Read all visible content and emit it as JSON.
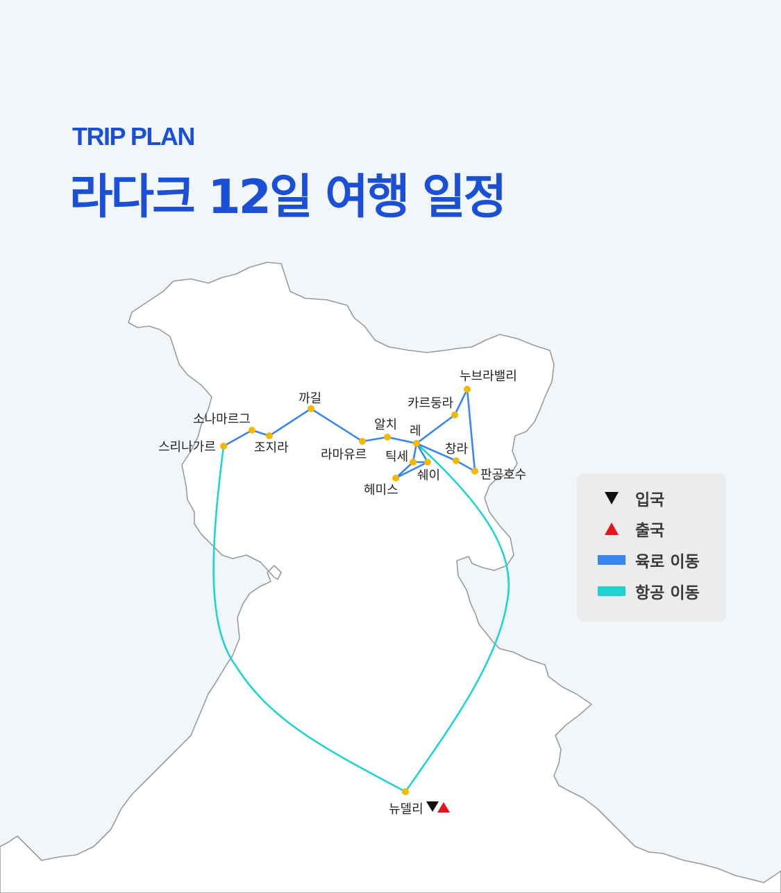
{
  "header": {
    "eyebrow": "TRIP PLAN",
    "title": "라다크 12일 여행 일정"
  },
  "colors": {
    "accent": "#1a4fd6",
    "land_route": "#3a86f0",
    "air_route": "#1fd3d3",
    "place_dot": "#f5b800",
    "entry_marker": "#111111",
    "exit_marker": "#e8141b",
    "land": "#ffffff",
    "sea": "#f1f6fb",
    "border": "#9a9a9a"
  },
  "places": [
    {
      "id": "srinagar",
      "name": "스리나가르"
    },
    {
      "id": "sonamarg",
      "name": "소나마르그"
    },
    {
      "id": "zojila",
      "name": "조지라"
    },
    {
      "id": "kargil",
      "name": "까길"
    },
    {
      "id": "lamayuru",
      "name": "라마유르"
    },
    {
      "id": "alchi",
      "name": "알치"
    },
    {
      "id": "leh",
      "name": "레"
    },
    {
      "id": "khardungla",
      "name": "카르둥라"
    },
    {
      "id": "nubra",
      "name": "누브라밸리"
    },
    {
      "id": "changla",
      "name": "창라"
    },
    {
      "id": "pangong",
      "name": "판공호수"
    },
    {
      "id": "thiksey",
      "name": "틱세"
    },
    {
      "id": "shey",
      "name": "쉐이"
    },
    {
      "id": "hemis",
      "name": "헤미스"
    },
    {
      "id": "newdelhi",
      "name": "뉴델리"
    }
  ],
  "legend": {
    "entry": {
      "label": "입국",
      "icon": "triangle-down-icon"
    },
    "exit": {
      "label": "출국",
      "icon": "triangle-up-icon"
    },
    "land": {
      "label": "육로 이동",
      "icon": "land-route-swatch"
    },
    "air": {
      "label": "항공 이동",
      "icon": "air-route-swatch"
    }
  }
}
